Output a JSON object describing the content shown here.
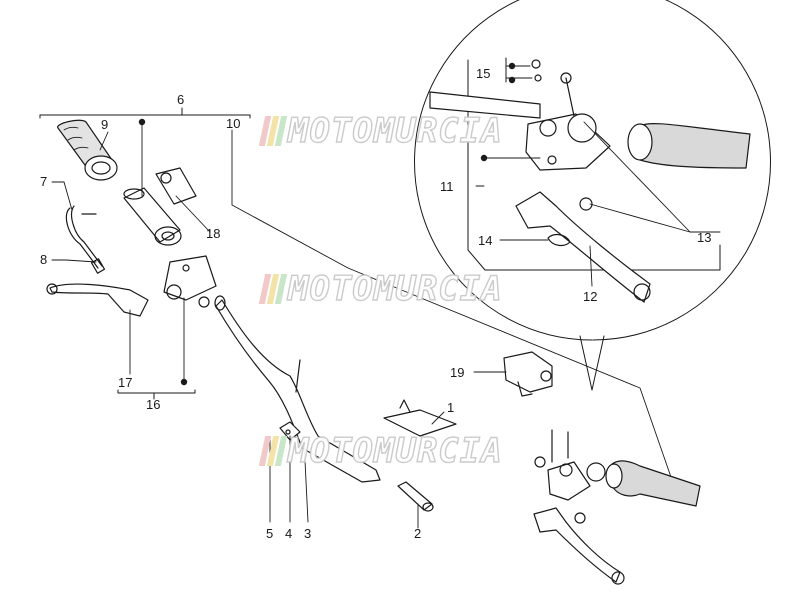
{
  "watermark": {
    "text": "MOTOMURCIA",
    "stripe_colors": [
      "#f2c9c9",
      "#f3e3a8",
      "#c9e6c9"
    ]
  },
  "callouts": {
    "c1": "1",
    "c2": "2",
    "c3": "3",
    "c4": "4",
    "c5": "5",
    "c6": "6",
    "c7": "7",
    "c8": "8",
    "c9": "9",
    "c10": "10",
    "c11": "11",
    "c12": "12",
    "c13": "13",
    "c14": "14",
    "c15": "15",
    "c16": "16",
    "c17": "17",
    "c18": "18",
    "c19": "19"
  },
  "colors": {
    "line": "#1a1a1a",
    "part_fill": "#ffffff",
    "grip_fill": "#d9d9d9"
  }
}
